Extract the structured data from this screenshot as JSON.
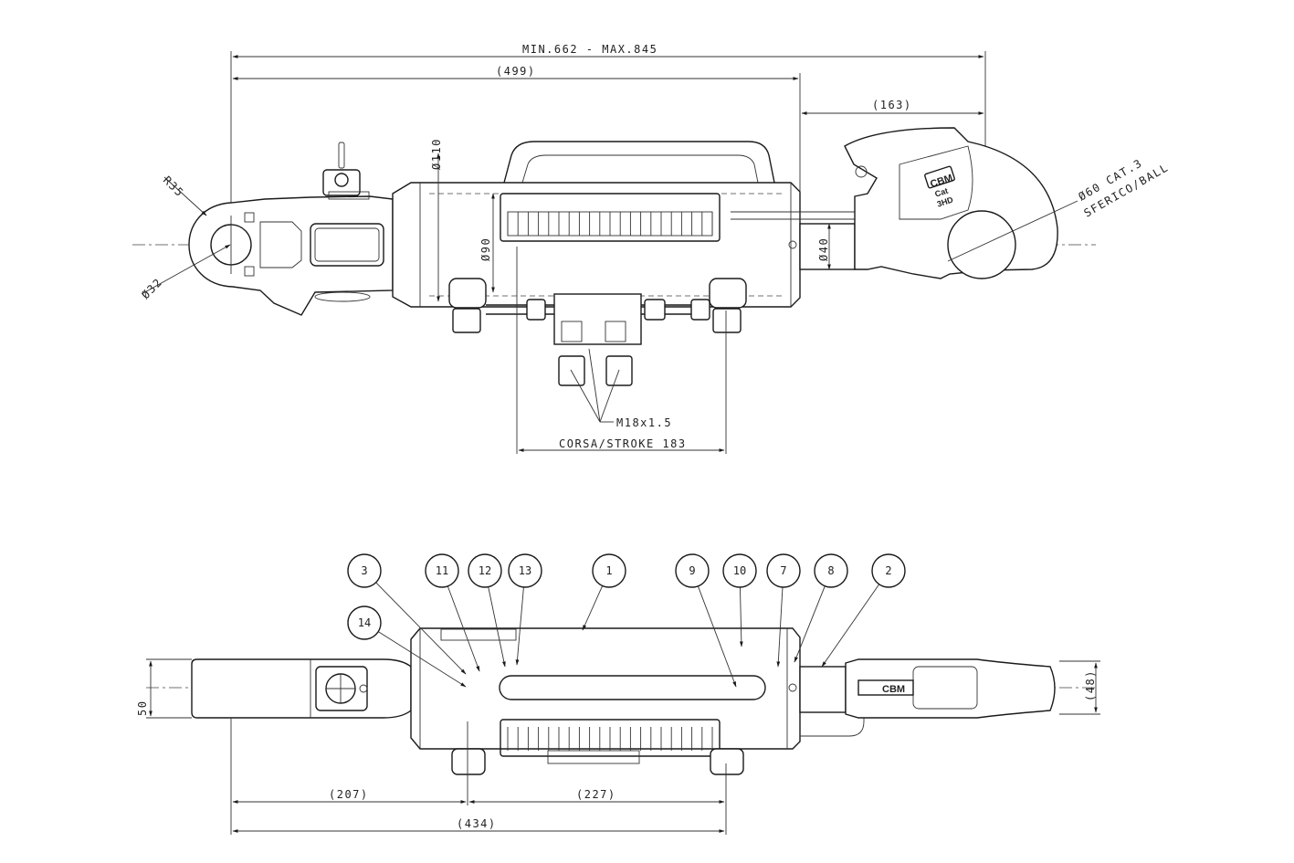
{
  "top_view": {
    "dim_min_max": "MIN.662   - MAX.845",
    "dim_499": "(499)",
    "dim_163": "(163)",
    "dia_110": "Ø110",
    "dia_90": "Ø90",
    "dia_40": "Ø40",
    "dia_32": "Ø32",
    "radius": "R35",
    "ball_line1": "Ø60 CAT.3",
    "ball_line2": "SFERICO/BALL",
    "thread": "M18x1.5",
    "stroke": "CORSA/STROKE 183",
    "logo": "CBM",
    "logo_sub1": "Cat",
    "logo_sub2": "3HD"
  },
  "bottom_view": {
    "balloons": [
      "3",
      "11",
      "12",
      "13",
      "1",
      "9",
      "10",
      "7",
      "8",
      "2",
      "14"
    ],
    "dim_50": "50",
    "dim_48": "(48)",
    "dim_207": "(207)",
    "dim_227": "(227)",
    "dim_434": "(434)",
    "logo": "CBM"
  }
}
